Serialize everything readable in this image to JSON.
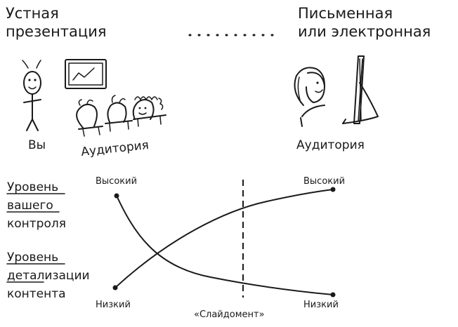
{
  "top": {
    "oral_line1": "Устная",
    "oral_line2": "презентация",
    "written_line1": "Письменная",
    "written_line2": "или электронная",
    "you_label": "Вы",
    "audience_left": "Аудитория",
    "audience_right": "Аудитория"
  },
  "chart": {
    "control_label": [
      "Уровень",
      "вашего",
      "контроля"
    ],
    "detail_label": [
      "Уровень",
      "детализации",
      "контента"
    ],
    "left_high": "Высокий",
    "left_low": "Низкий",
    "right_high": "Высокий",
    "right_low": "Низкий",
    "divider_label": "«Слайдомент»"
  },
  "chart_data": {
    "type": "line",
    "categories": [
      "Устная презентация",
      "Письменная или электронная"
    ],
    "series": [
      {
        "name": "Уровень вашего контроля",
        "values": [
          "Высокий",
          "Низкий"
        ]
      },
      {
        "name": "Уровень детализации контента",
        "values": [
          "Низкий",
          "Высокий"
        ]
      }
    ],
    "divider": "«Слайдомент»"
  }
}
